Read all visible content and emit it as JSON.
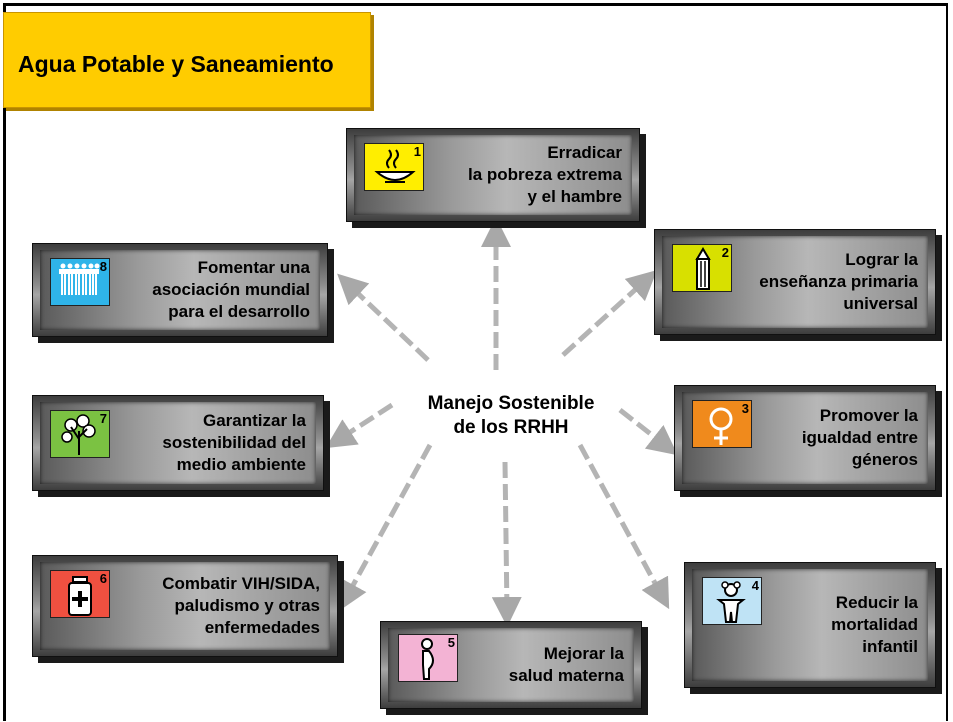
{
  "title": "Agua Potable y Saneamiento",
  "center": {
    "line1": "Manejo Sostenible",
    "line2": "de los RRHH"
  },
  "goals": [
    {
      "number": "1",
      "text": "Erradicar\nla pobreza extrema\ny el hambre",
      "icon": "bowl-icon",
      "color": "#ffee00"
    },
    {
      "number": "2",
      "text": "Lograr la\nenseñanza primaria\nuniversal",
      "icon": "pencil-icon",
      "color": "#d8e000"
    },
    {
      "number": "3",
      "text": "Promover la\nigualdad entre\ngéneros",
      "icon": "female-symbol-icon",
      "color": "#f08a1c"
    },
    {
      "number": "4",
      "text": "Reducir la\nmortalidad\ninfantil",
      "icon": "child-icon",
      "color": "#bfe3f5"
    },
    {
      "number": "5",
      "text": "Mejorar la\nsalud materna",
      "icon": "pregnant-woman-icon",
      "color": "#f3b3d4"
    },
    {
      "number": "6",
      "text": "Combatir VIH/SIDA,\npaludismo y otras\nenfermedades",
      "icon": "medicine-bottle-icon",
      "color": "#ef5040"
    },
    {
      "number": "7",
      "text": "Garantizar la\nsostenibilidad del\nmedio ambiente",
      "icon": "tree-icon",
      "color": "#7bc242"
    },
    {
      "number": "8",
      "text": "Fomentar una\nasociación mundial\npara el desarrollo",
      "icon": "group-icon",
      "color": "#2fb4e9"
    }
  ]
}
